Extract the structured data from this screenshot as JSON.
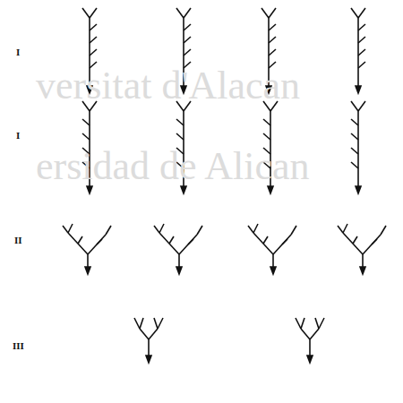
{
  "diagram": {
    "labels": [
      "I",
      "versitat d'Alacan",
      "I",
      "ersidad de Alican",
      "II",
      "III"
    ]
  }
}
